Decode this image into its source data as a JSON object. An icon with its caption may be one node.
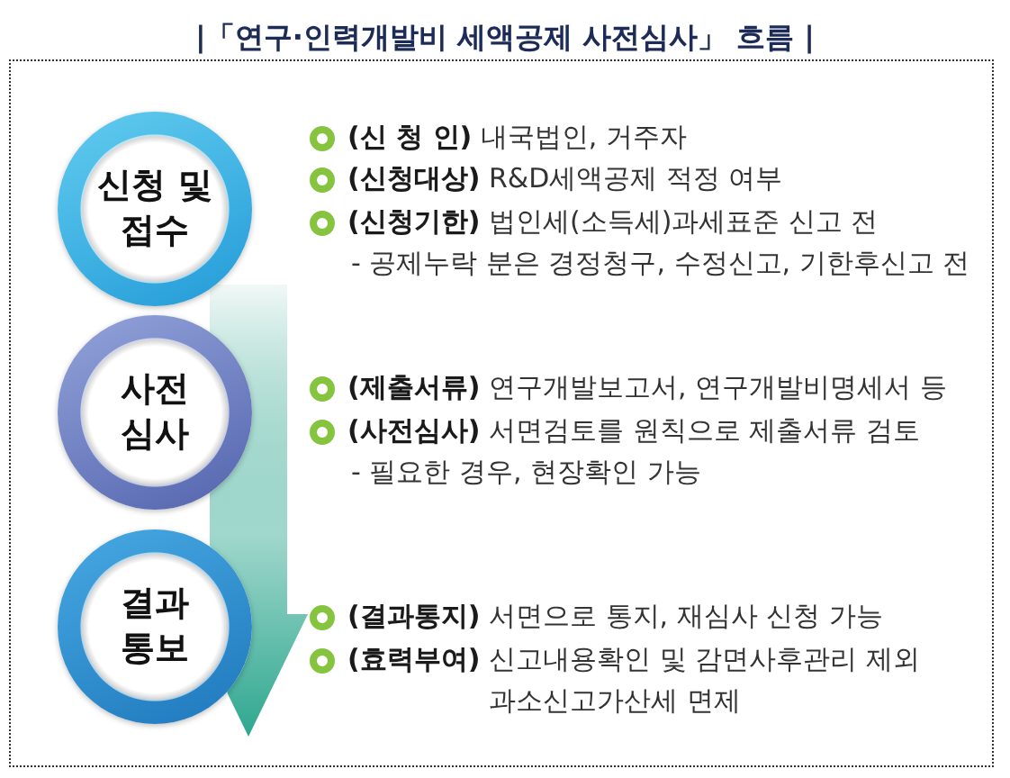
{
  "diagram": {
    "title": "|「연구·인력개발비 세액공제 사전심사」 흐름 |",
    "nodes": [
      {
        "text": [
          "신청 및 접수"
        ],
        "beside": [
          "**(신 청 인)** 내국법인, 거주자",
          "**(신청대상)** R&D세액공제 적정 여부",
          "**(신청기한)** 법인세(소득세)과세표준 신고 전",
          "- 공제누락 분은 경정청구, 수정신고, 기한후신고 전"
        ]
      },
      {
        "text": [
          "사전 심사"
        ],
        "beside": [
          "**(제출서류)** 연구개발보고서, 연구개발비명세서 등",
          "**(사전심사)** 서면검토를 원칙으로 제출서류 검토",
          "- 필요한 경우, 현장확인 가능"
        ]
      },
      {
        "text": [
          "결과 통보"
        ],
        "beside": [
          "**(결과통지)** 서면으로 통지, 재심사 신청 가능",
          "**(효력부여)** 신고내용확인 및 감면사후관리 제외 과소신고가산세 면제"
        ]
      }
    ],
    "edges": [
      {
        "from": 0,
        "to": 2,
        "arrow": "to"
      }
    ]
  }
}
